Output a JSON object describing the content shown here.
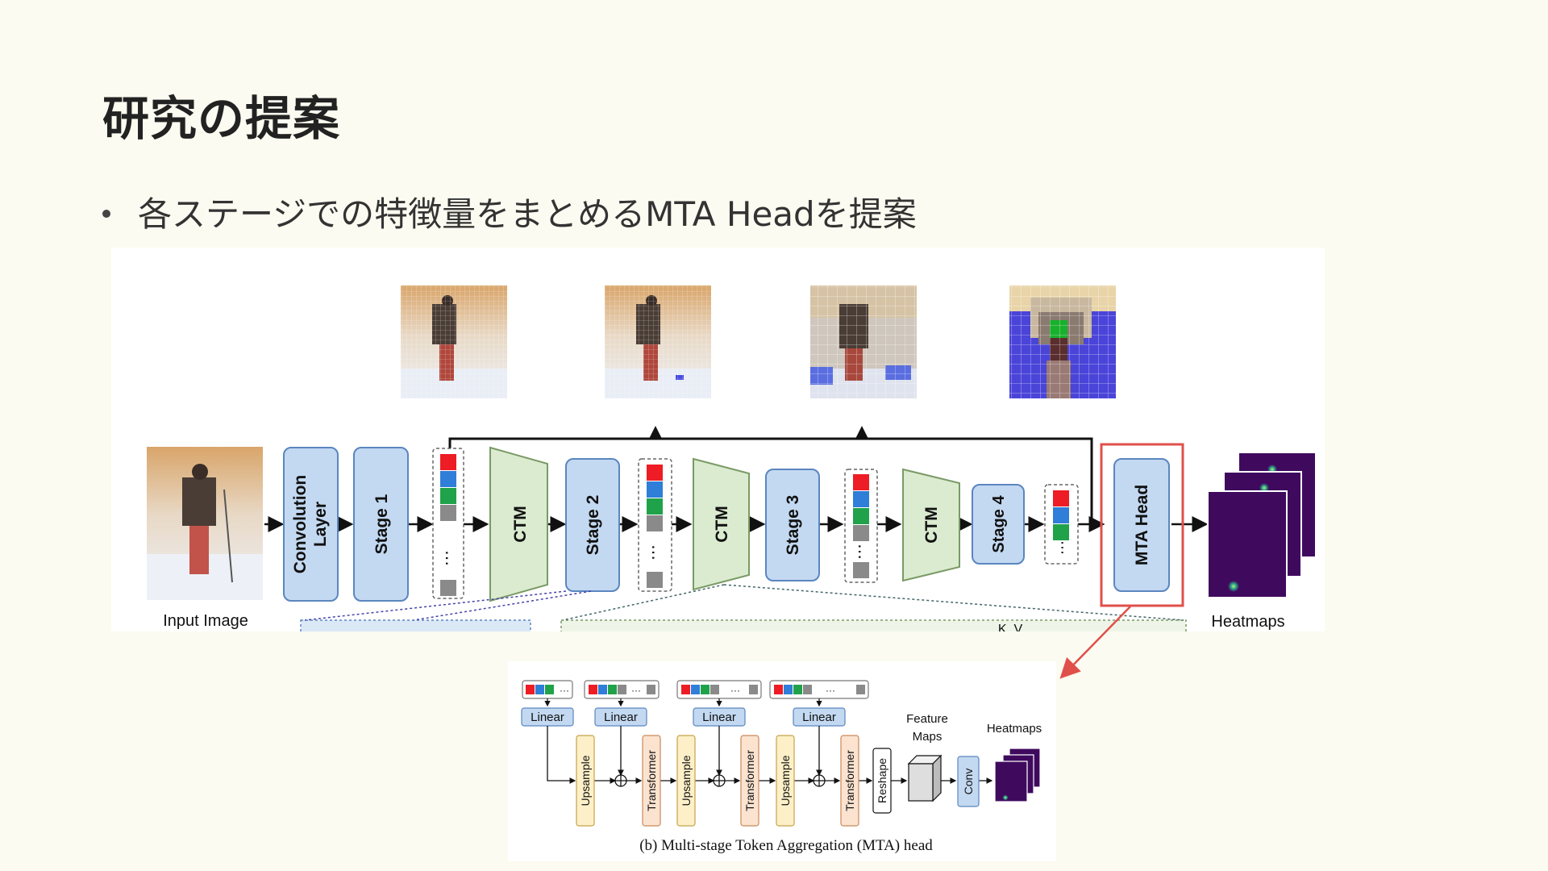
{
  "slide": {
    "title": "研究の提案",
    "bullet": "各ステージでの特徴量をまとめるMTA Headを提案"
  },
  "pipeline": {
    "input_label": "Input Image",
    "conv_label_1": "Convolution",
    "conv_label_2": "Layer",
    "stage1": "Stage 1",
    "stage2": "Stage 2",
    "stage3": "Stage 3",
    "stage4": "Stage 4",
    "ctm": "CTM",
    "mta": "MTA Head",
    "heatmaps": "Heatmaps",
    "kv": "K, V",
    "dots": "⋯"
  },
  "mta_detail": {
    "linear": "Linear",
    "upsample": "Upsample",
    "transformer": "Transformer",
    "reshape": "Reshape",
    "conv": "Conv",
    "feature_maps_1": "Feature",
    "feature_maps_2": "Maps",
    "heatmaps": "Heatmaps",
    "dots": "···",
    "caption": "(b) Multi-stage Token Aggregation (MTA) head"
  },
  "colors": {
    "background": "#fbfbf1",
    "block_blue": "#c3d9f1",
    "block_blue_border": "#5b86bf",
    "ctm_green": "#dbebd0",
    "ctm_border": "#7a9a66",
    "token_red": "#ee1c24",
    "token_blue": "#2f7ed8",
    "token_green": "#1fa24a",
    "token_gray": "#8a8a8a",
    "highlight_red": "#e0504a",
    "heatmap_purple": "#3f0a5e",
    "upsample_yellow": "#fdf0c8",
    "transformer_peach": "#fbe3d0"
  }
}
